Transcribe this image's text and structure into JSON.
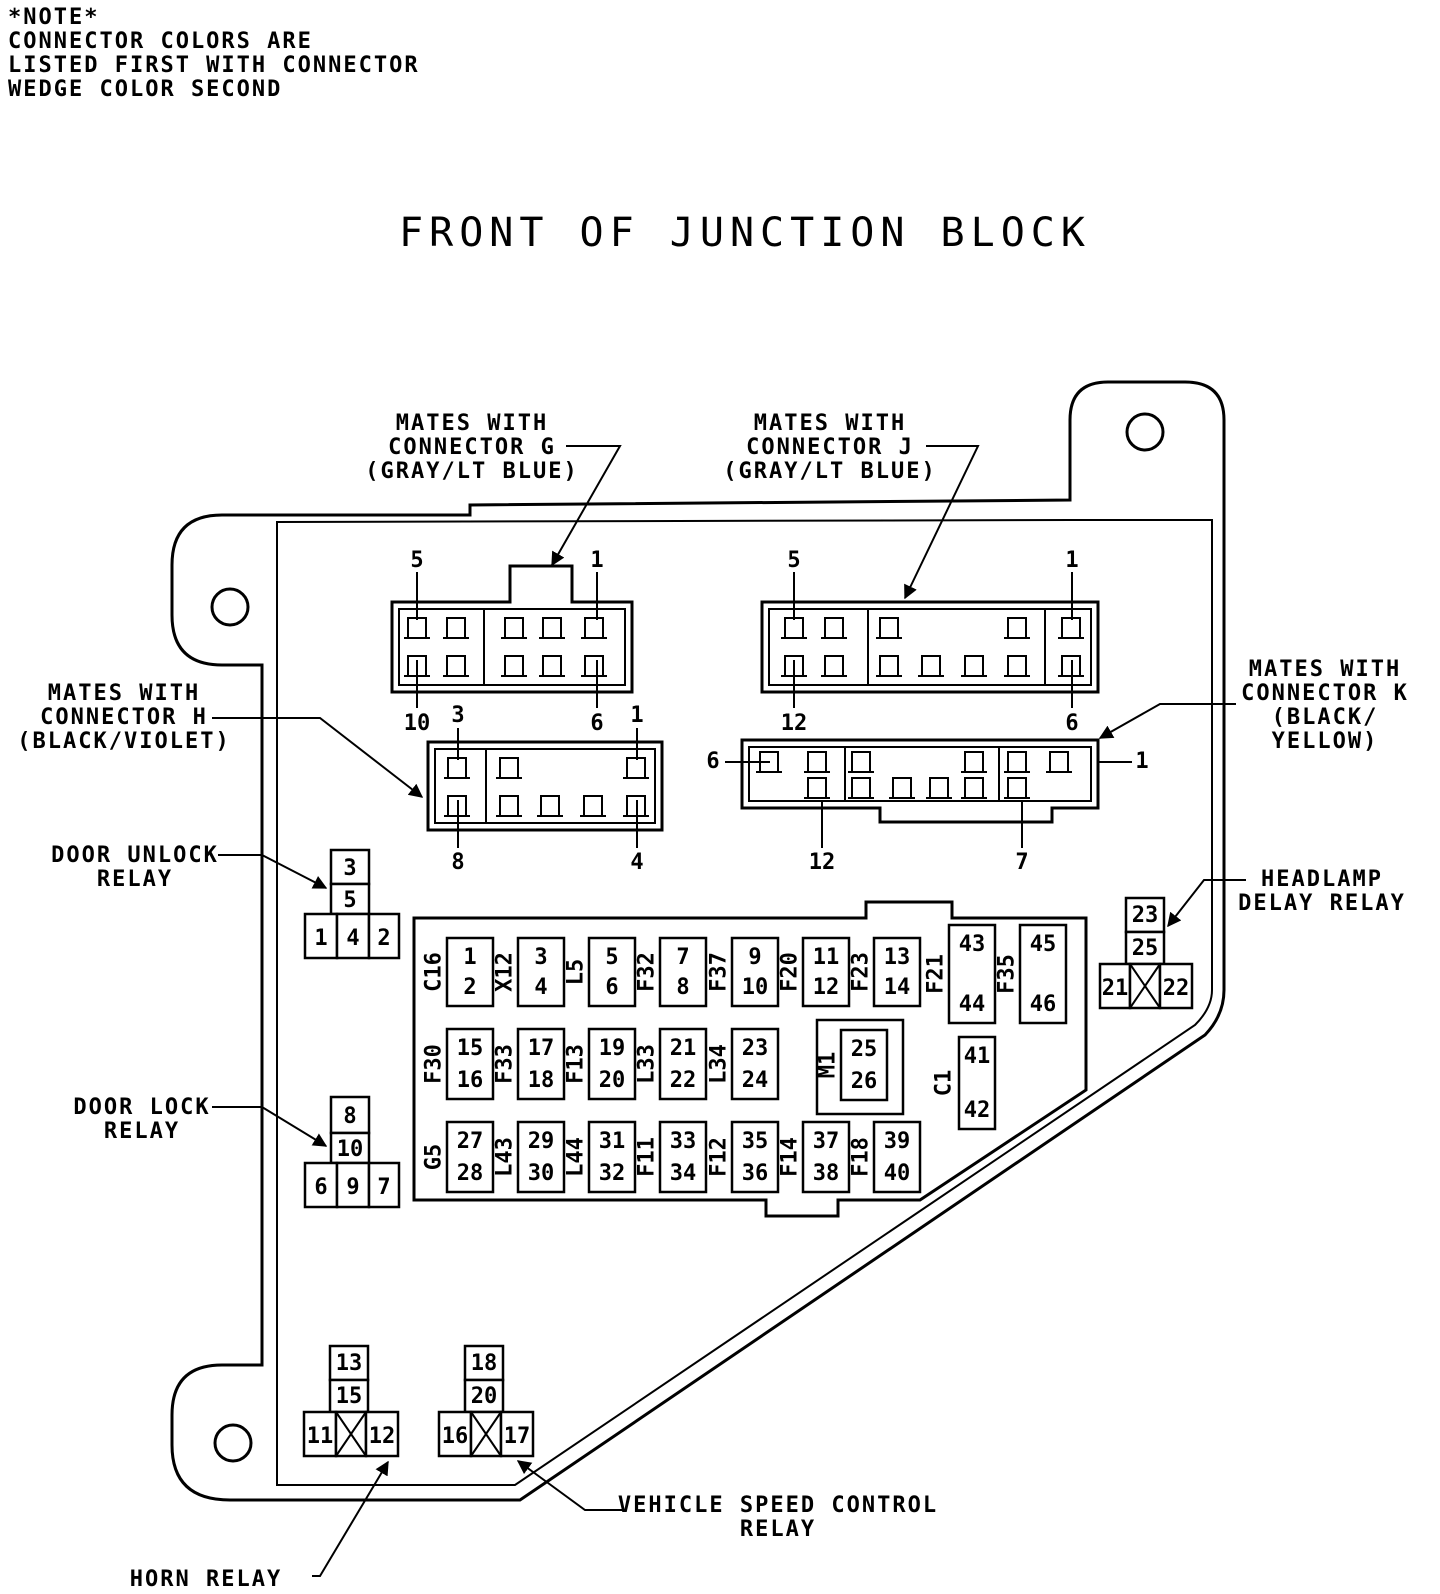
{
  "note": {
    "lines": [
      "*NOTE*",
      "CONNECTOR COLORS ARE",
      "LISTED FIRST WITH CONNECTOR",
      "WEDGE COLOR SECOND"
    ]
  },
  "title": "FRONT OF JUNCTION BLOCK",
  "connectors": {
    "g": {
      "lines": [
        "MATES WITH",
        "CONNECTOR G",
        "(GRAY/LT BLUE)"
      ],
      "pins": [
        "5",
        "1",
        "10",
        "6"
      ]
    },
    "j": {
      "lines": [
        "MATES WITH",
        "CONNECTOR J",
        "(GRAY/LT BLUE)"
      ],
      "pins": [
        "5",
        "1",
        "12",
        "6"
      ]
    },
    "h": {
      "lines": [
        "MATES WITH",
        "CONNECTOR H",
        "(BLACK/VIOLET)"
      ],
      "pins": [
        "3",
        "1",
        "8",
        "4"
      ]
    },
    "k": {
      "lines": [
        "MATES WITH",
        "CONNECTOR K",
        "(BLACK/",
        "YELLOW)"
      ],
      "pins": [
        "6",
        "1",
        "12",
        "7"
      ]
    }
  },
  "relays": {
    "door_unlock": {
      "lines": [
        "DOOR UNLOCK",
        "RELAY"
      ],
      "cells": [
        "3",
        "5",
        "1",
        "4",
        "2"
      ]
    },
    "door_lock": {
      "lines": [
        "DOOR LOCK",
        "RELAY"
      ],
      "cells": [
        "8",
        "10",
        "6",
        "9",
        "7"
      ]
    },
    "headlamp": {
      "lines": [
        "HEADLAMP",
        "DELAY RELAY"
      ],
      "cells": [
        "23",
        "25",
        "21",
        "22"
      ]
    },
    "horn": {
      "lines": [
        "HORN RELAY"
      ],
      "cells": [
        "13",
        "15",
        "11",
        "12"
      ]
    },
    "speed": {
      "lines": [
        "VEHICLE SPEED CONTROL",
        "RELAY"
      ],
      "cells": [
        "18",
        "20",
        "16",
        "17"
      ]
    }
  },
  "fuses": {
    "row1": [
      {
        "label": "C16",
        "top": "1",
        "bottom": "2"
      },
      {
        "label": "X12",
        "top": "3",
        "bottom": "4"
      },
      {
        "label": "L5",
        "top": "5",
        "bottom": "6"
      },
      {
        "label": "F32",
        "top": "7",
        "bottom": "8"
      },
      {
        "label": "F37",
        "top": "9",
        "bottom": "10"
      },
      {
        "label": "F20",
        "top": "11",
        "bottom": "12"
      },
      {
        "label": "F23",
        "top": "13",
        "bottom": "14"
      }
    ],
    "row1_tall": [
      {
        "label": "F21",
        "top": "43",
        "bottom": "44"
      },
      {
        "label": "F35",
        "top": "45",
        "bottom": "46"
      }
    ],
    "row2": [
      {
        "label": "F30",
        "top": "15",
        "bottom": "16"
      },
      {
        "label": "F33",
        "top": "17",
        "bottom": "18"
      },
      {
        "label": "F13",
        "top": "19",
        "bottom": "20"
      },
      {
        "label": "L33",
        "top": "21",
        "bottom": "22"
      },
      {
        "label": "L34",
        "top": "23",
        "bottom": "24"
      }
    ],
    "m1": {
      "label": "M1",
      "top": "25",
      "bottom": "26"
    },
    "c1": {
      "label": "C1",
      "top": "41",
      "bottom": "42"
    },
    "row3": [
      {
        "label": "G5",
        "top": "27",
        "bottom": "28"
      },
      {
        "label": "L43",
        "top": "29",
        "bottom": "30"
      },
      {
        "label": "L44",
        "top": "31",
        "bottom": "32"
      },
      {
        "label": "F11",
        "top": "33",
        "bottom": "34"
      },
      {
        "label": "F12",
        "top": "35",
        "bottom": "36"
      },
      {
        "label": "F14",
        "top": "37",
        "bottom": "38"
      },
      {
        "label": "F18",
        "top": "39",
        "bottom": "40"
      }
    ]
  }
}
